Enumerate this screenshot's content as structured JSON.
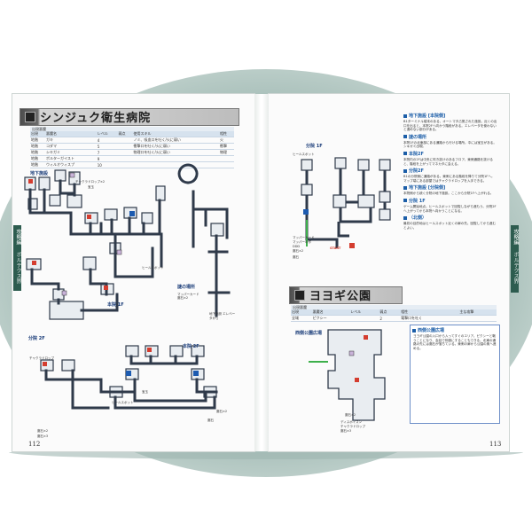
{
  "left_page": {
    "section_title": "シンジュク衛生病院",
    "enemy_table": {
      "caption": "出現悪魔",
      "header": [
        "出現",
        "悪魔名",
        "レベル",
        "弱点",
        "使用スキル",
        "",
        "相性"
      ],
      "rows": [
        [
          "地階",
          "ガキ",
          "4",
          "",
          "ノミ、吸血口を吐く/火に弱い",
          "",
          "火"
        ],
        [
          "地階",
          "コダマ",
          "5",
          "",
          "衝撃口を吐く/火に弱い",
          "",
          "衝撃"
        ],
        [
          "地階",
          "シキガミ",
          "7",
          "",
          "物理口を吐く/火に弱い",
          "",
          "物理"
        ],
        [
          "地階",
          "ポルターガイスト",
          "9",
          "",
          "",
          "",
          ""
        ],
        [
          "地階",
          "ウィルオウィスプ",
          "10",
          "",
          "",
          "",
          ""
        ]
      ]
    },
    "map_labels": {
      "b1": "地下施設",
      "floor1": "本院 1F",
      "mystery": "謎の場所",
      "floor2w": "分院 2F",
      "floor2e": "本院 2F",
      "elevator_down": "地下施設 エレベータから"
    },
    "items": [
      "チャクラドロップ×2",
      "宝玉",
      "ヒールスポット",
      "マッパーカード",
      "魔石×2",
      "チャクラドロップ",
      "宝玉",
      "魔石×2",
      "魔石",
      "魔石×2",
      "魔石×3",
      "ヒールスポット"
    ],
    "page_number": "112",
    "side_tab": "攻略編",
    "side_tab_2": "ボルテクス界"
  },
  "right_page": {
    "map_labels": {
      "floor1": "分院 1F",
      "start": "START",
      "heal": "ヒールスポット",
      "west_plaza": "西側公園広場"
    },
    "items": [
      "マッパーカード",
      "マッパーの作",
      "DDD",
      "魔石×2",
      "魔石",
      "魔石×2",
      "ディスポイズン",
      "チャクラドロップ",
      "魔石×3"
    ],
    "section_title": "ヨヨギ公園",
    "enemy_table": {
      "caption": "出現悪魔",
      "header": [
        "出現",
        "悪魔名",
        "レベル",
        "弱点",
        "相性",
        "",
        "主な攻撃"
      ],
      "rows": [
        [
          "全域",
          "ピクシー",
          "",
          "2",
          "電撃口を吐く",
          "",
          ""
        ]
      ]
    },
    "notes": [
      {
        "title": "地下施設 [本院側]",
        "body": "B1ターミナル端末のある、オートマタ占拠された施設。近くの出口を出ると、本院2Fへ向かう階段がある。エレベータを使わないと進めない部分がある。"
      },
      {
        "title": "謎の場所",
        "body": "本院1Fの北東部にある通路から行ける場所。中には宝玉がある。シキガミ出現。"
      },
      {
        "title": "本院2F",
        "body": "本院内の2Fは中央に吹き抜けのあるフロア。東側通路を抜けると、階段を上がってマネカタに会える。"
      },
      {
        "title": "分院2F",
        "body": "B1の分院側に通路がある。東側にある階段を降りて分院1Fへ。マップ端にある部屋ではチャクラドロップを入手できる。"
      },
      {
        "title": "地下施設 [分院側]",
        "body": "本院側から続く分院の地下施設。ここから分院1Fへ上がれる。"
      },
      {
        "title": "分院 1F",
        "body": "ゲーム開始地点。ヒールスポットで回復しながら進もう。分院2Fへ上がってから本院へ向かうことになる。"
      },
      {
        "title": "（北側）",
        "body": "最初の目的地はヒールスポット近くの扉の先。回復してから進むとよい。"
      }
    ],
    "park_note": {
      "title": "西側公園広場",
      "body": "ヨヨギ公園の入口から入ってすぐのエリア。ピクシーと戦うことになり、会話で仲魔にすることもできる。北東の通路の先には魔石が落ちている。東側の扉から公園の奥へ進める。"
    },
    "page_number": "113",
    "side_tab": "攻略編",
    "side_tab_2": "ボルテクス界"
  }
}
